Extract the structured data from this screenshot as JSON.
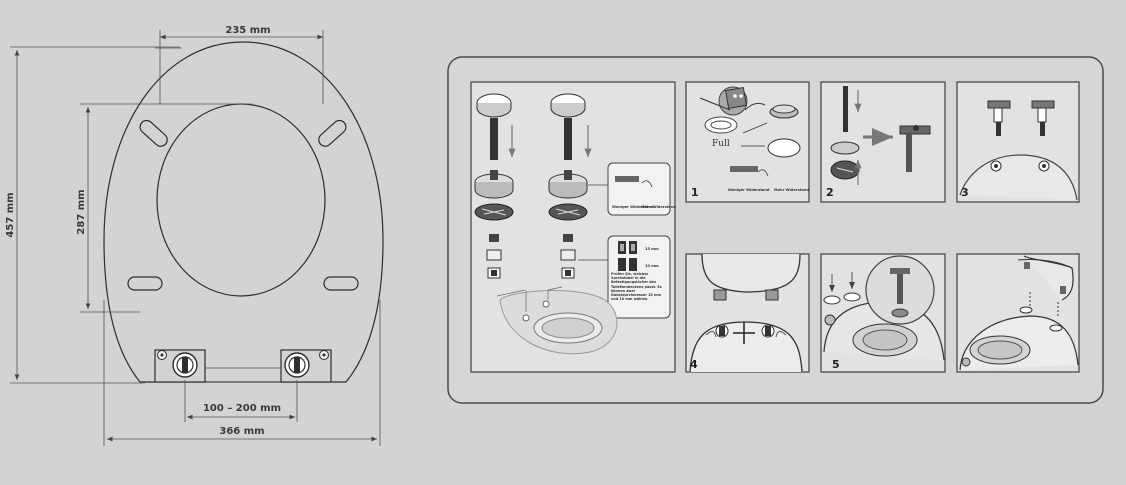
{
  "dimensions": {
    "width_top": "235 mm",
    "height_total": "457 mm",
    "height_inner": "287 mm",
    "hinge_spacing": "100 – 200 mm",
    "width_bottom": "366 mm"
  },
  "step1": {
    "number": "1",
    "label_more_resistance": "Mehr Widerstand",
    "label_less_resistance": "Weniger Widerstand",
    "label_full": "Full"
  },
  "steps": [
    "2",
    "3",
    "4",
    "5"
  ],
  "assembly": {
    "label_15mm": "15 mm",
    "label_10mm": "10 mm",
    "note": "Prüfen Sie, welcher Spreizdübel in die Befestigungslöcher des Toilettenbeckens passt. Es können zwei Dübeldurchmesser 15 mm und 10 mm wählen.",
    "callout_less": "Weniger Widerstand",
    "callout_more": "Mehr Widerstand"
  }
}
